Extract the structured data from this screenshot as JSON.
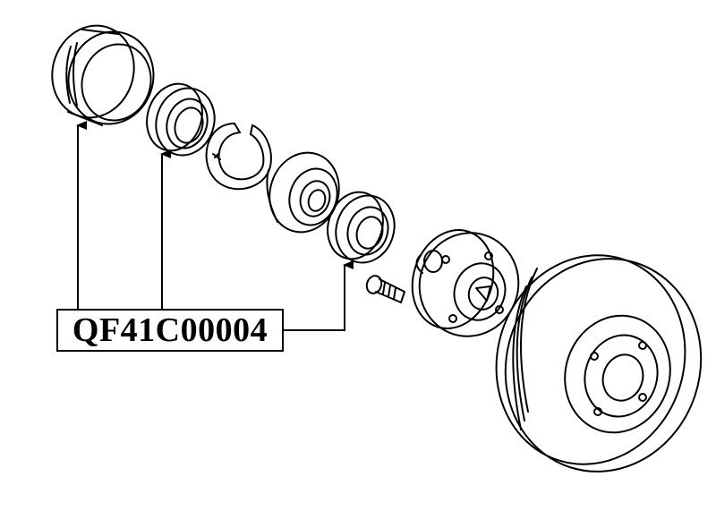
{
  "diagram": {
    "part_number": "QF41C00004",
    "callout_count": 3,
    "line_color": "#000000",
    "background": "#ffffff",
    "components": [
      "dust-cover",
      "oil-seal-outer",
      "snap-ring",
      "wheel-bearing",
      "oil-seal-inner",
      "hub-bolt",
      "axle-hub",
      "brake-disc"
    ]
  }
}
